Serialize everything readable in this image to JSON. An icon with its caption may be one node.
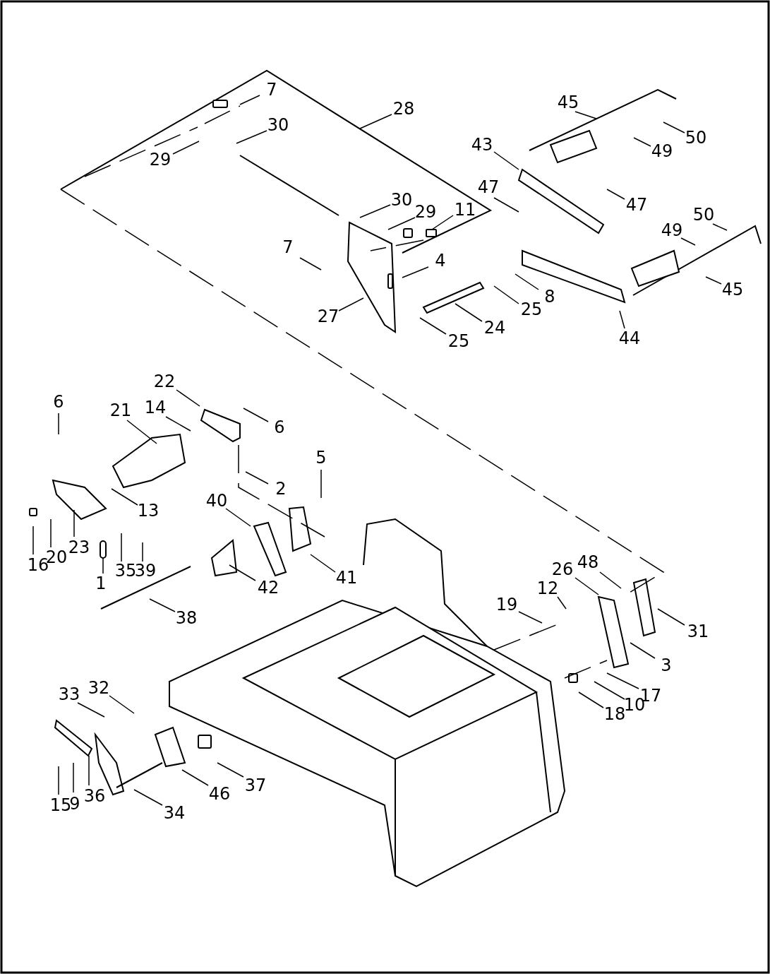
{
  "diagram": {
    "nodes": [
      {
        "text": [
          "7"
        ]
      },
      {
        "text": [
          "28"
        ]
      },
      {
        "text": [
          "30"
        ]
      },
      {
        "text": [
          "29"
        ]
      },
      {
        "text": [
          "45"
        ]
      },
      {
        "text": [
          "50"
        ]
      },
      {
        "text": [
          "43"
        ]
      },
      {
        "text": [
          "49"
        ]
      },
      {
        "text": [
          "47"
        ]
      },
      {
        "text": [
          "47"
        ]
      },
      {
        "text": [
          "30"
        ]
      },
      {
        "text": [
          "29"
        ]
      },
      {
        "text": [
          "11"
        ]
      },
      {
        "text": [
          "50"
        ]
      },
      {
        "text": [
          "49"
        ]
      },
      {
        "text": [
          "7"
        ]
      },
      {
        "text": [
          "4"
        ]
      },
      {
        "text": [
          "8"
        ]
      },
      {
        "text": [
          "25"
        ]
      },
      {
        "text": [
          "45"
        ]
      },
      {
        "text": [
          "27"
        ]
      },
      {
        "text": [
          "24"
        ]
      },
      {
        "text": [
          "25"
        ]
      },
      {
        "text": [
          "44"
        ]
      },
      {
        "text": [
          "22"
        ]
      },
      {
        "text": [
          "21"
        ]
      },
      {
        "text": [
          "14"
        ]
      },
      {
        "text": [
          "6"
        ]
      },
      {
        "text": [
          "6"
        ]
      },
      {
        "text": [
          "5"
        ]
      },
      {
        "text": [
          "2"
        ]
      },
      {
        "text": [
          "13"
        ]
      },
      {
        "text": [
          "40"
        ]
      },
      {
        "text": [
          "16"
        ]
      },
      {
        "text": [
          "20"
        ]
      },
      {
        "text": [
          "23"
        ]
      },
      {
        "text": [
          "35"
        ]
      },
      {
        "text": [
          "39"
        ]
      },
      {
        "text": [
          "1"
        ]
      },
      {
        "text": [
          "42"
        ]
      },
      {
        "text": [
          "41"
        ]
      },
      {
        "text": [
          "38"
        ]
      },
      {
        "text": [
          "26"
        ]
      },
      {
        "text": [
          "48"
        ]
      },
      {
        "text": [
          "12"
        ]
      },
      {
        "text": [
          "19"
        ]
      },
      {
        "text": [
          "31"
        ]
      },
      {
        "text": [
          "3"
        ]
      },
      {
        "text": [
          "17"
        ]
      },
      {
        "text": [
          "10"
        ]
      },
      {
        "text": [
          "18"
        ]
      },
      {
        "text": [
          "33"
        ]
      },
      {
        "text": [
          "32"
        ]
      },
      {
        "text": [
          "15"
        ]
      },
      {
        "text": [
          "9"
        ]
      },
      {
        "text": [
          "36"
        ]
      },
      {
        "text": [
          "34"
        ]
      },
      {
        "text": [
          "46"
        ]
      },
      {
        "text": [
          "37"
        ]
      },
      {
        "text": [],
        "shape": "box"
      },
      {
        "text": [],
        "shape": "bar"
      }
    ],
    "edges": [
      {
        "from": 0,
        "to": null,
        "arrow": "none"
      },
      {
        "from": 1,
        "to": null,
        "arrow": "none"
      },
      {
        "from": 2,
        "to": null,
        "arrow": "none"
      },
      {
        "from": 3,
        "to": null,
        "arrow": "none"
      },
      {
        "from": 4,
        "to": null,
        "arrow": "none"
      },
      {
        "from": 5,
        "to": null,
        "arrow": "none"
      },
      {
        "from": 6,
        "to": null,
        "arrow": "none"
      },
      {
        "from": 7,
        "to": null,
        "arrow": "none"
      },
      {
        "from": 8,
        "to": null,
        "arrow": "none"
      },
      {
        "from": 9,
        "to": null,
        "arrow": "none"
      },
      {
        "from": 10,
        "to": null,
        "arrow": "none"
      },
      {
        "from": 11,
        "to": null,
        "arrow": "none"
      },
      {
        "from": 12,
        "to": 59,
        "arrow": "none"
      },
      {
        "from": 13,
        "to": null,
        "arrow": "none"
      },
      {
        "from": 14,
        "to": null,
        "arrow": "none"
      },
      {
        "from": 15,
        "to": null,
        "arrow": "none"
      },
      {
        "from": 16,
        "to": null,
        "arrow": "none"
      },
      {
        "from": 17,
        "to": null,
        "arrow": "none"
      },
      {
        "from": 18,
        "to": null,
        "arrow": "none"
      },
      {
        "from": 19,
        "to": null,
        "arrow": "none"
      },
      {
        "from": 20,
        "to": null,
        "arrow": "none"
      },
      {
        "from": 21,
        "to": null,
        "arrow": "none"
      },
      {
        "from": 22,
        "to": null,
        "arrow": "none"
      },
      {
        "from": 23,
        "to": null,
        "arrow": "none"
      },
      {
        "from": 24,
        "to": null,
        "arrow": "none"
      },
      {
        "from": 25,
        "to": null,
        "arrow": "none"
      },
      {
        "from": 26,
        "to": null,
        "arrow": "none"
      },
      {
        "from": 27,
        "to": null,
        "arrow": "none"
      },
      {
        "from": 28,
        "to": null,
        "arrow": "none"
      },
      {
        "from": 29,
        "to": null,
        "arrow": "none"
      },
      {
        "from": 30,
        "to": null,
        "arrow": "none"
      },
      {
        "from": 31,
        "to": null,
        "arrow": "none"
      },
      {
        "from": 32,
        "to": null,
        "arrow": "none"
      },
      {
        "from": 33,
        "to": null,
        "arrow": "none"
      },
      {
        "from": 34,
        "to": null,
        "arrow": "none"
      },
      {
        "from": 35,
        "to": null,
        "arrow": "none"
      },
      {
        "from": 36,
        "to": null,
        "arrow": "none"
      },
      {
        "from": 37,
        "to": null,
        "arrow": "none"
      },
      {
        "from": 38,
        "to": 60,
        "arrow": "none"
      },
      {
        "from": 39,
        "to": null,
        "arrow": "none"
      },
      {
        "from": 40,
        "to": null,
        "arrow": "none"
      },
      {
        "from": 41,
        "to": null,
        "arrow": "none"
      },
      {
        "from": 42,
        "to": null,
        "arrow": "none"
      },
      {
        "from": 43,
        "to": null,
        "arrow": "none"
      },
      {
        "from": 44,
        "to": null,
        "arrow": "none"
      },
      {
        "from": 45,
        "to": null,
        "arrow": "none"
      },
      {
        "from": 46,
        "to": null,
        "arrow": "none"
      },
      {
        "from": 47,
        "to": null,
        "arrow": "none"
      },
      {
        "from": 48,
        "to": null,
        "arrow": "none"
      },
      {
        "from": 49,
        "to": null,
        "arrow": "none"
      },
      {
        "from": 50,
        "to": null,
        "arrow": "none"
      },
      {
        "from": 51,
        "to": null,
        "arrow": "none"
      },
      {
        "from": 52,
        "to": null,
        "arrow": "none"
      },
      {
        "from": 53,
        "to": null,
        "arrow": "none"
      },
      {
        "from": 54,
        "to": null,
        "arrow": "none"
      },
      {
        "from": 55,
        "to": null,
        "arrow": "none"
      },
      {
        "from": 56,
        "to": null,
        "arrow": "none"
      },
      {
        "from": 57,
        "to": null,
        "arrow": "none"
      },
      {
        "from": 58,
        "to": null,
        "arrow": "none"
      }
    ]
  }
}
